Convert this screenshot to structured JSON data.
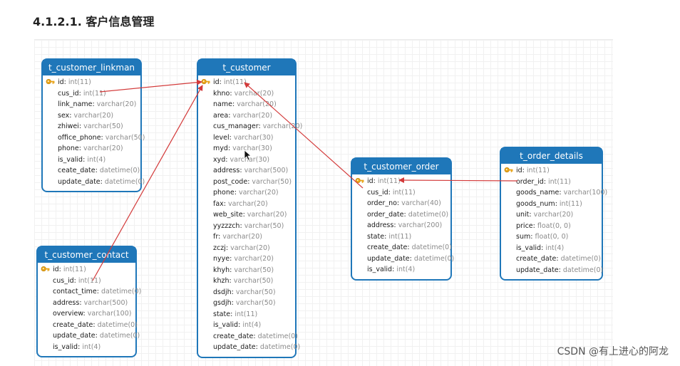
{
  "page": {
    "heading": "4.1.2.1. 客户信息管理",
    "watermark": "CSDN @有上进心的阿龙"
  },
  "colors": {
    "header": "#1f77b9",
    "link": "#d33a3a",
    "key": "#e8a317"
  },
  "tables": {
    "linkman": {
      "name": "t_customer_linkman",
      "fields": [
        {
          "n": "id",
          "t": "int(11)"
        },
        {
          "n": "cus_id",
          "t": "int(11)"
        },
        {
          "n": "link_name",
          "t": "varchar(20)"
        },
        {
          "n": "sex",
          "t": "varchar(20)"
        },
        {
          "n": "zhiwei",
          "t": "varchar(50)"
        },
        {
          "n": "office_phone",
          "t": "varchar(50)"
        },
        {
          "n": "phone",
          "t": "varchar(20)"
        },
        {
          "n": "is_valid",
          "t": "int(4)"
        },
        {
          "n": "ceate_date",
          "t": "datetime(0)"
        },
        {
          "n": "update_date",
          "t": "datetime(0)"
        }
      ]
    },
    "customer": {
      "name": "t_customer",
      "fields": [
        {
          "n": "id",
          "t": "int(11)"
        },
        {
          "n": "khno",
          "t": "varchar(20)"
        },
        {
          "n": "name",
          "t": "varchar(20)"
        },
        {
          "n": "area",
          "t": "varchar(20)"
        },
        {
          "n": "cus_manager",
          "t": "varchar(20)"
        },
        {
          "n": "level",
          "t": "varchar(30)"
        },
        {
          "n": "myd",
          "t": "varchar(30)"
        },
        {
          "n": "xyd",
          "t": "varchar(30)"
        },
        {
          "n": "address",
          "t": "varchar(500)"
        },
        {
          "n": "post_code",
          "t": "varchar(50)"
        },
        {
          "n": "phone",
          "t": "varchar(20)"
        },
        {
          "n": "fax",
          "t": "varchar(20)"
        },
        {
          "n": "web_site",
          "t": "varchar(20)"
        },
        {
          "n": "yyzzzch",
          "t": "varchar(50)"
        },
        {
          "n": "fr",
          "t": "varchar(20)"
        },
        {
          "n": "zczj",
          "t": "varchar(20)"
        },
        {
          "n": "nyye",
          "t": "varchar(20)"
        },
        {
          "n": "khyh",
          "t": "varchar(50)"
        },
        {
          "n": "khzh",
          "t": "varchar(50)"
        },
        {
          "n": "dsdjh",
          "t": "varchar(50)"
        },
        {
          "n": "gsdjh",
          "t": "varchar(50)"
        },
        {
          "n": "state",
          "t": "int(11)"
        },
        {
          "n": "is_valid",
          "t": "int(4)"
        },
        {
          "n": "create_date",
          "t": "datetime(0)"
        },
        {
          "n": "update_date",
          "t": "datetime(0)"
        }
      ]
    },
    "order": {
      "name": "t_customer_order",
      "fields": [
        {
          "n": "id",
          "t": "int(11)"
        },
        {
          "n": "cus_id",
          "t": "int(11)"
        },
        {
          "n": "order_no",
          "t": "varchar(40)"
        },
        {
          "n": "order_date",
          "t": "datetime(0)"
        },
        {
          "n": "address",
          "t": "varchar(200)"
        },
        {
          "n": "state",
          "t": "int(11)"
        },
        {
          "n": "create_date",
          "t": "datetime(0)"
        },
        {
          "n": "update_date",
          "t": "datetime(0)"
        },
        {
          "n": "is_valid",
          "t": "int(4)"
        }
      ]
    },
    "details": {
      "name": "t_order_details",
      "fields": [
        {
          "n": "id",
          "t": "int(11)"
        },
        {
          "n": "order_id",
          "t": "int(11)"
        },
        {
          "n": "goods_name",
          "t": "varchar(100)"
        },
        {
          "n": "goods_num",
          "t": "int(11)"
        },
        {
          "n": "unit",
          "t": "varchar(20)"
        },
        {
          "n": "price",
          "t": "float(0, 0)"
        },
        {
          "n": "sum",
          "t": "float(0, 0)"
        },
        {
          "n": "is_valid",
          "t": "int(4)"
        },
        {
          "n": "create_date",
          "t": "datetime(0)"
        },
        {
          "n": "update_date",
          "t": "datetime(0)"
        }
      ]
    },
    "contact": {
      "name": "t_customer_contact",
      "fields": [
        {
          "n": "id",
          "t": "int(11)"
        },
        {
          "n": "cus_id",
          "t": "int(11)"
        },
        {
          "n": "contact_time",
          "t": "datetime(0)"
        },
        {
          "n": "address",
          "t": "varchar(500)"
        },
        {
          "n": "overview",
          "t": "varchar(100)"
        },
        {
          "n": "create_date",
          "t": "datetime(0)"
        },
        {
          "n": "update_date",
          "t": "datetime(0)"
        },
        {
          "n": "is_valid",
          "t": "int(4)"
        }
      ]
    }
  }
}
